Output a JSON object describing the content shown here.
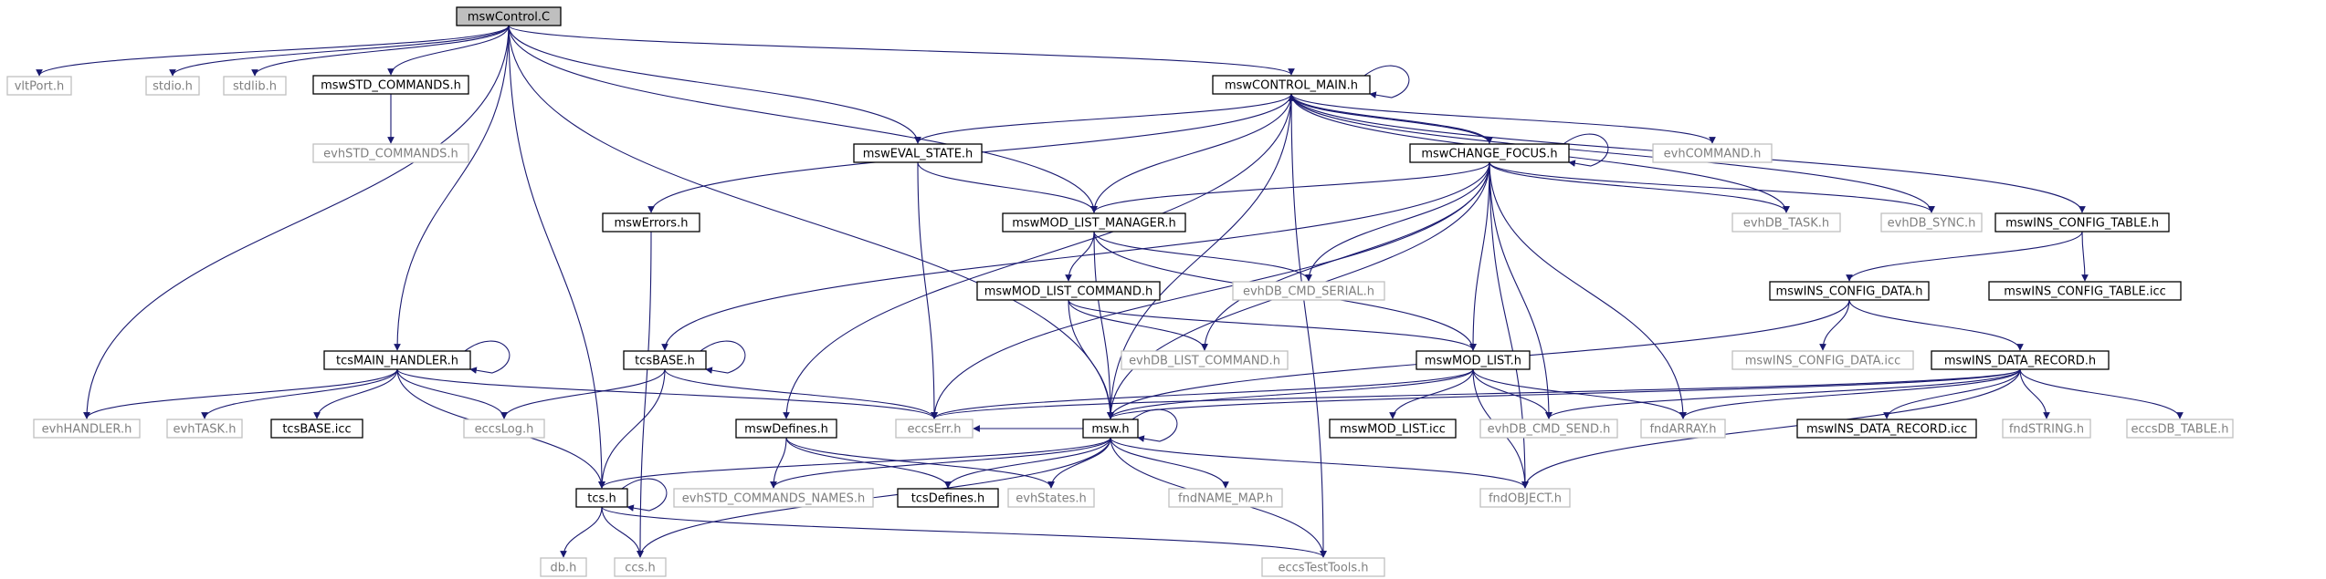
{
  "diagram": {
    "type": "include-dependency-graph",
    "colors": {
      "edge": "#191970",
      "solid_border": "#000000",
      "light_border": "#bfbfbf",
      "light_text": "#7f7f7f",
      "root_fill": "#bfbfbf",
      "node_fill": "#ffffff",
      "text": "#000000"
    },
    "nodes": [
      {
        "id": "mswControl",
        "label": "mswControl.C",
        "style": "root"
      },
      {
        "id": "vltPort",
        "label": "vltPort.h",
        "style": "light"
      },
      {
        "id": "stdio",
        "label": "stdio.h",
        "style": "light"
      },
      {
        "id": "stdlib",
        "label": "stdlib.h",
        "style": "light"
      },
      {
        "id": "mswSTD_COMMANDS",
        "label": "mswSTD_COMMANDS.h",
        "style": "solid"
      },
      {
        "id": "evhSTD_COMMANDS",
        "label": "evhSTD_COMMANDS.h",
        "style": "light"
      },
      {
        "id": "mswCONTROL_MAIN",
        "label": "mswCONTROL_MAIN.h",
        "style": "solid"
      },
      {
        "id": "mswEVAL_STATE",
        "label": "mswEVAL_STATE.h",
        "style": "solid"
      },
      {
        "id": "mswCHANGE_FOCUS",
        "label": "mswCHANGE_FOCUS.h",
        "style": "solid"
      },
      {
        "id": "evhCOMMAND",
        "label": "evhCOMMAND.h",
        "style": "light"
      },
      {
        "id": "mswErrors",
        "label": "mswErrors.h",
        "style": "solid"
      },
      {
        "id": "mswMOD_LIST_MANAGER",
        "label": "mswMOD_LIST_MANAGER.h",
        "style": "solid"
      },
      {
        "id": "evhDB_TASK",
        "label": "evhDB_TASK.h",
        "style": "light"
      },
      {
        "id": "evhDB_SYNC",
        "label": "evhDB_SYNC.h",
        "style": "light"
      },
      {
        "id": "mswINS_CONFIG_TABLE",
        "label": "mswINS_CONFIG_TABLE.h",
        "style": "solid"
      },
      {
        "id": "mswMOD_LIST_COMMAND",
        "label": "mswMOD_LIST_COMMAND.h",
        "style": "solid"
      },
      {
        "id": "evhDB_CMD_SERIAL",
        "label": "evhDB_CMD_SERIAL.h",
        "style": "light"
      },
      {
        "id": "mswINS_CONFIG_DATA",
        "label": "mswINS_CONFIG_DATA.h",
        "style": "solid"
      },
      {
        "id": "mswINS_CONFIG_TABLE_icc",
        "label": "mswINS_CONFIG_TABLE.icc",
        "style": "solid"
      },
      {
        "id": "tcsMAIN_HANDLER",
        "label": "tcsMAIN_HANDLER.h",
        "style": "solid"
      },
      {
        "id": "tcsBASE",
        "label": "tcsBASE.h",
        "style": "solid"
      },
      {
        "id": "evhDB_LIST_COMMAND",
        "label": "evhDB_LIST_COMMAND.h",
        "style": "light"
      },
      {
        "id": "mswMOD_LIST",
        "label": "mswMOD_LIST.h",
        "style": "solid"
      },
      {
        "id": "mswINS_CONFIG_DATA_icc",
        "label": "mswINS_CONFIG_DATA.icc",
        "style": "light"
      },
      {
        "id": "mswINS_DATA_RECORD",
        "label": "mswINS_DATA_RECORD.h",
        "style": "solid"
      },
      {
        "id": "evhHANDLER",
        "label": "evhHANDLER.h",
        "style": "light"
      },
      {
        "id": "evhTASK",
        "label": "evhTASK.h",
        "style": "light"
      },
      {
        "id": "tcsBASE_icc",
        "label": "tcsBASE.icc",
        "style": "solid"
      },
      {
        "id": "eccsLog",
        "label": "eccsLog.h",
        "style": "light"
      },
      {
        "id": "eccsErr",
        "label": "eccsErr.h",
        "style": "light"
      },
      {
        "id": "mswDefines",
        "label": "mswDefines.h",
        "style": "solid"
      },
      {
        "id": "msw",
        "label": "msw.h",
        "style": "solid"
      },
      {
        "id": "mswMOD_LIST_icc",
        "label": "mswMOD_LIST.icc",
        "style": "solid"
      },
      {
        "id": "evhDB_CMD_SEND",
        "label": "evhDB_CMD_SEND.h",
        "style": "light"
      },
      {
        "id": "fndARRAY",
        "label": "fndARRAY.h",
        "style": "light"
      },
      {
        "id": "mswINS_DATA_RECORD_icc",
        "label": "mswINS_DATA_RECORD.icc",
        "style": "solid"
      },
      {
        "id": "fndSTRING",
        "label": "fndSTRING.h",
        "style": "light"
      },
      {
        "id": "eccsDB_TABLE",
        "label": "eccsDB_TABLE.h",
        "style": "light"
      },
      {
        "id": "tcs",
        "label": "tcs.h",
        "style": "solid"
      },
      {
        "id": "evhSTD_COMMANDS_NAMES",
        "label": "evhSTD_COMMANDS_NAMES.h",
        "style": "light"
      },
      {
        "id": "tcsDefines",
        "label": "tcsDefines.h",
        "style": "solid"
      },
      {
        "id": "evhStates",
        "label": "evhStates.h",
        "style": "light"
      },
      {
        "id": "fndNAME_MAP",
        "label": "fndNAME_MAP.h",
        "style": "light"
      },
      {
        "id": "fndOBJECT",
        "label": "fndOBJECT.h",
        "style": "light"
      },
      {
        "id": "db",
        "label": "db.h",
        "style": "light"
      },
      {
        "id": "ccs",
        "label": "ccs.h",
        "style": "light"
      },
      {
        "id": "eccsTestTools",
        "label": "eccsTestTools.h",
        "style": "light"
      }
    ],
    "edges": [
      [
        "mswControl",
        "vltPort"
      ],
      [
        "mswControl",
        "stdio"
      ],
      [
        "mswControl",
        "stdlib"
      ],
      [
        "mswControl",
        "mswSTD_COMMANDS"
      ],
      [
        "mswControl",
        "mswCONTROL_MAIN"
      ],
      [
        "mswControl",
        "mswEVAL_STATE"
      ],
      [
        "mswControl",
        "mswMOD_LIST_MANAGER"
      ],
      [
        "mswControl",
        "tcsMAIN_HANDLER"
      ],
      [
        "mswControl",
        "evhHANDLER"
      ],
      [
        "mswControl",
        "tcs"
      ],
      [
        "mswControl",
        "msw"
      ],
      [
        "mswSTD_COMMANDS",
        "evhSTD_COMMANDS"
      ],
      [
        "mswCONTROL_MAIN",
        "mswCONTROL_MAIN"
      ],
      [
        "mswCONTROL_MAIN",
        "mswEVAL_STATE"
      ],
      [
        "mswCONTROL_MAIN",
        "mswCHANGE_FOCUS"
      ],
      [
        "mswCONTROL_MAIN",
        "evhCOMMAND"
      ],
      [
        "mswCONTROL_MAIN",
        "mswErrors"
      ],
      [
        "mswCONTROL_MAIN",
        "mswMOD_LIST_MANAGER"
      ],
      [
        "mswCONTROL_MAIN",
        "evhDB_TASK"
      ],
      [
        "mswCONTROL_MAIN",
        "evhDB_SYNC"
      ],
      [
        "mswCONTROL_MAIN",
        "mswINS_CONFIG_TABLE"
      ],
      [
        "mswCONTROL_MAIN",
        "mswDefines"
      ],
      [
        "mswCONTROL_MAIN",
        "msw"
      ],
      [
        "mswCONTROL_MAIN",
        "eccsTestTools"
      ],
      [
        "mswEVAL_STATE",
        "mswMOD_LIST_MANAGER"
      ],
      [
        "mswEVAL_STATE",
        "eccsErr"
      ],
      [
        "mswCHANGE_FOCUS",
        "mswCONTROL_MAIN"
      ],
      [
        "mswCHANGE_FOCUS",
        "mswCHANGE_FOCUS"
      ],
      [
        "mswCHANGE_FOCUS",
        "mswMOD_LIST_MANAGER"
      ],
      [
        "mswCHANGE_FOCUS",
        "evhDB_TASK"
      ],
      [
        "mswCHANGE_FOCUS",
        "evhDB_SYNC"
      ],
      [
        "mswCHANGE_FOCUS",
        "evhDB_CMD_SERIAL"
      ],
      [
        "mswCHANGE_FOCUS",
        "tcsBASE"
      ],
      [
        "mswCHANGE_FOCUS",
        "evhDB_LIST_COMMAND"
      ],
      [
        "mswCHANGE_FOCUS",
        "mswMOD_LIST"
      ],
      [
        "mswCHANGE_FOCUS",
        "eccsErr"
      ],
      [
        "mswCHANGE_FOCUS",
        "msw"
      ],
      [
        "mswCHANGE_FOCUS",
        "evhDB_CMD_SEND"
      ],
      [
        "mswCHANGE_FOCUS",
        "fndARRAY"
      ],
      [
        "mswCHANGE_FOCUS",
        "fndOBJECT"
      ],
      [
        "mswErrors",
        "ccs"
      ],
      [
        "mswMOD_LIST_MANAGER",
        "mswMOD_LIST_COMMAND"
      ],
      [
        "mswMOD_LIST_MANAGER",
        "evhDB_CMD_SERIAL"
      ],
      [
        "mswMOD_LIST_MANAGER",
        "mswMOD_LIST"
      ],
      [
        "mswMOD_LIST_MANAGER",
        "msw"
      ],
      [
        "mswINS_CONFIG_TABLE",
        "mswINS_CONFIG_DATA"
      ],
      [
        "mswINS_CONFIG_TABLE",
        "mswINS_CONFIG_TABLE_icc"
      ],
      [
        "mswMOD_LIST_COMMAND",
        "evhDB_LIST_COMMAND"
      ],
      [
        "mswMOD_LIST_COMMAND",
        "mswMOD_LIST"
      ],
      [
        "mswMOD_LIST_COMMAND",
        "msw"
      ],
      [
        "mswINS_CONFIG_DATA",
        "mswINS_CONFIG_DATA_icc"
      ],
      [
        "mswINS_CONFIG_DATA",
        "mswINS_DATA_RECORD"
      ],
      [
        "mswINS_CONFIG_DATA",
        "msw"
      ],
      [
        "tcsMAIN_HANDLER",
        "tcsMAIN_HANDLER"
      ],
      [
        "tcsMAIN_HANDLER",
        "evhHANDLER"
      ],
      [
        "tcsMAIN_HANDLER",
        "evhTASK"
      ],
      [
        "tcsMAIN_HANDLER",
        "tcsBASE_icc"
      ],
      [
        "tcsMAIN_HANDLER",
        "eccsLog"
      ],
      [
        "tcsMAIN_HANDLER",
        "eccsErr"
      ],
      [
        "tcsMAIN_HANDLER",
        "tcs"
      ],
      [
        "tcsBASE",
        "tcsBASE"
      ],
      [
        "tcsBASE",
        "eccsLog"
      ],
      [
        "tcsBASE",
        "eccsErr"
      ],
      [
        "tcsBASE",
        "tcs"
      ],
      [
        "mswMOD_LIST",
        "eccsErr"
      ],
      [
        "mswMOD_LIST",
        "msw"
      ],
      [
        "mswMOD_LIST",
        "mswMOD_LIST_icc"
      ],
      [
        "mswMOD_LIST",
        "evhDB_CMD_SEND"
      ],
      [
        "mswMOD_LIST",
        "fndARRAY"
      ],
      [
        "mswMOD_LIST",
        "fndOBJECT"
      ],
      [
        "mswINS_DATA_RECORD",
        "msw"
      ],
      [
        "mswINS_DATA_RECORD",
        "eccsErr"
      ],
      [
        "mswINS_DATA_RECORD",
        "evhDB_CMD_SEND"
      ],
      [
        "mswINS_DATA_RECORD",
        "fndARRAY"
      ],
      [
        "mswINS_DATA_RECORD",
        "mswINS_DATA_RECORD_icc"
      ],
      [
        "mswINS_DATA_RECORD",
        "fndSTRING"
      ],
      [
        "mswINS_DATA_RECORD",
        "eccsDB_TABLE"
      ],
      [
        "mswINS_DATA_RECORD",
        "fndOBJECT"
      ],
      [
        "mswDefines",
        "evhSTD_COMMANDS_NAMES"
      ],
      [
        "mswDefines",
        "tcsDefines"
      ],
      [
        "mswDefines",
        "evhStates"
      ],
      [
        "msw",
        "msw"
      ],
      [
        "msw",
        "eccsErr"
      ],
      [
        "msw",
        "tcs"
      ],
      [
        "msw",
        "evhSTD_COMMANDS_NAMES"
      ],
      [
        "msw",
        "tcsDefines"
      ],
      [
        "msw",
        "evhStates"
      ],
      [
        "msw",
        "fndNAME_MAP"
      ],
      [
        "msw",
        "fndOBJECT"
      ],
      [
        "msw",
        "eccsTestTools"
      ],
      [
        "msw",
        "ccs"
      ],
      [
        "tcs",
        "tcs"
      ],
      [
        "tcs",
        "db"
      ],
      [
        "tcs",
        "ccs"
      ],
      [
        "tcs",
        "eccsTestTools"
      ]
    ]
  }
}
